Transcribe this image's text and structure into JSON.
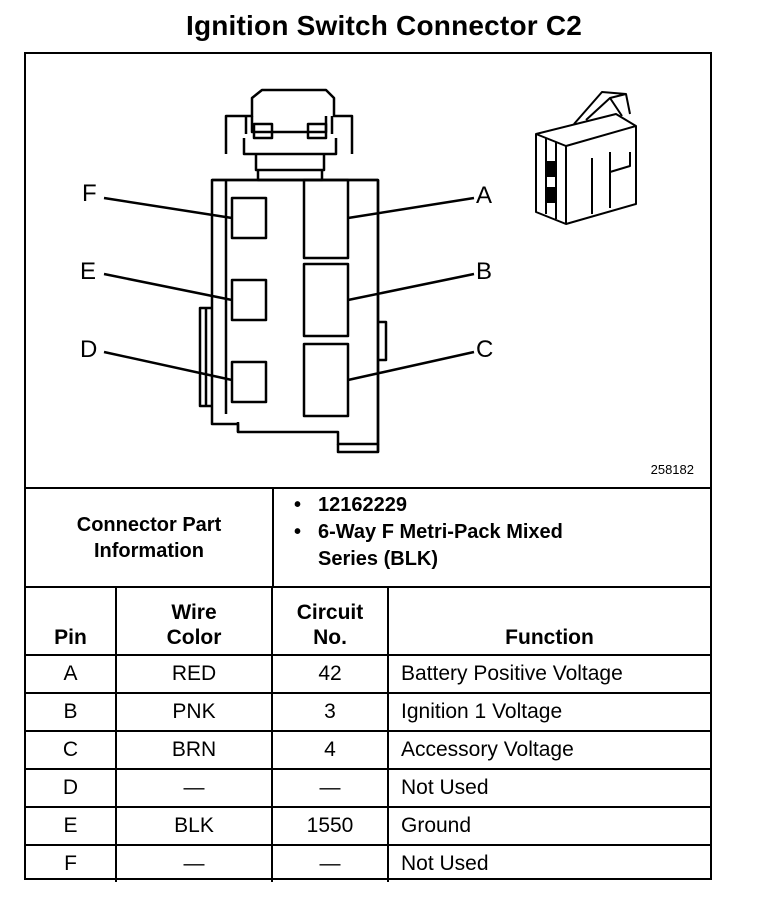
{
  "title": "Ignition Switch Connector C2",
  "figure_id": "258182",
  "pin_labels": {
    "a": "A",
    "b": "B",
    "c": "C",
    "d": "D",
    "e": "E",
    "f": "F"
  },
  "connector_info": {
    "heading_line1": "Connector Part",
    "heading_line2": "Information",
    "bullet": "•",
    "part_number": "12162229",
    "description_line1": "6-Way F Metri-Pack Mixed",
    "description_line2": "Series (BLK)"
  },
  "table": {
    "headers": {
      "pin": "Pin",
      "wire_color_1": "Wire",
      "wire_color_2": "Color",
      "circuit_1": "Circuit",
      "circuit_2": "No.",
      "function": "Function"
    },
    "rows": [
      {
        "pin": "A",
        "wire": "RED",
        "circuit": "42",
        "function": "Battery Positive Voltage"
      },
      {
        "pin": "B",
        "wire": "PNK",
        "circuit": "3",
        "function": "Ignition 1 Voltage"
      },
      {
        "pin": "C",
        "wire": "BRN",
        "circuit": "4",
        "function": "Accessory Voltage"
      },
      {
        "pin": "D",
        "wire": "—",
        "circuit": "—",
        "function": "Not Used"
      },
      {
        "pin": "E",
        "wire": "BLK",
        "circuit": "1550",
        "function": "Ground"
      },
      {
        "pin": "F",
        "wire": "—",
        "circuit": "—",
        "function": "Not Used"
      }
    ]
  }
}
